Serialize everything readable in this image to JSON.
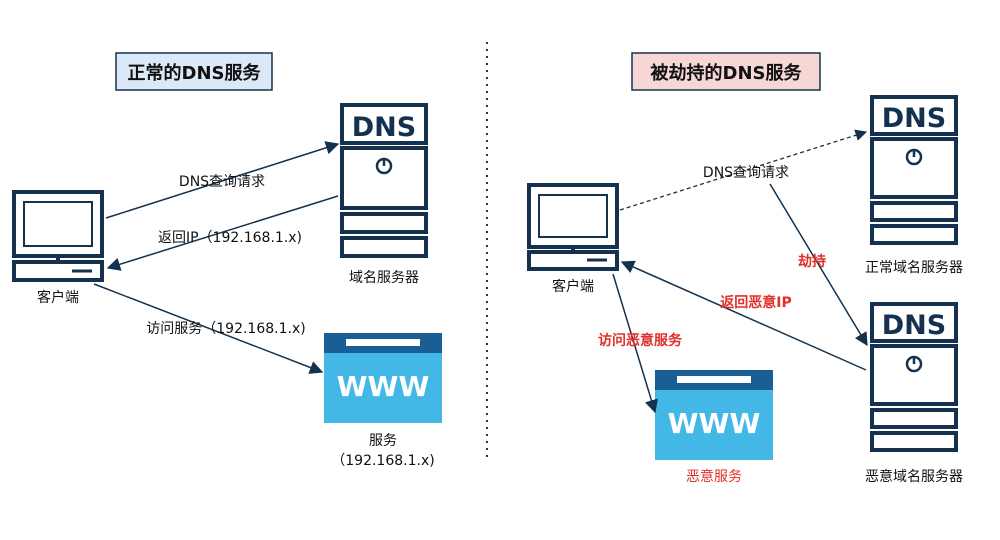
{
  "left": {
    "title": "正常的DNS服务",
    "client_label": "客户端",
    "server_logo": "DNS",
    "server_label": "域名服务器",
    "web_logo": "WWW",
    "web_label": "服务",
    "web_ip": "（192.168.1.x)",
    "arrow_query": "DNS查询请求",
    "arrow_reply": "返回IP（192.168.1.x)",
    "arrow_visit": "访问服务（192.168.1.x)"
  },
  "right": {
    "title": "被劫持的DNS服务",
    "client_label": "客户端",
    "normal_server_logo": "DNS",
    "normal_server_label": "正常域名服务器",
    "evil_server_logo": "DNS",
    "evil_server_label": "恶意域名服务器",
    "web_logo": "WWW",
    "web_label": "恶意服务",
    "arrow_query": "DNS查询请求",
    "arrow_hijack": "劫持",
    "arrow_reply": "返回恶意IP",
    "arrow_visit": "访问恶意服务"
  },
  "colors": {
    "ink": "#14324f",
    "left_title_bg": "#dbe8f7",
    "right_title_bg": "#f7d6d6",
    "web_fill": "#43b8e6",
    "web_header": "#1a5e96",
    "red_text": "#e0302a"
  }
}
